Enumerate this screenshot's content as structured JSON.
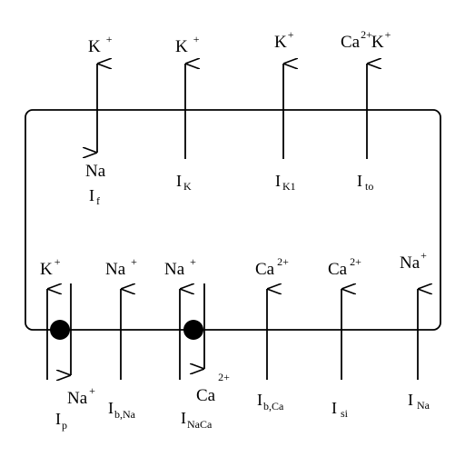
{
  "top_channels": [
    {
      "ion": "K",
      "ion_charge": "+",
      "ion2": "Na",
      "ion2_charge": "",
      "current": "I",
      "current_sub": "f"
    },
    {
      "ion": "K",
      "ion_charge": "+",
      "current": "I",
      "current_sub": "K"
    },
    {
      "ion": "K",
      "ion_charge": "+",
      "current": "I",
      "current_sub": "K1"
    },
    {
      "ion": "Ca",
      "ion_charge": "2+",
      "ion2": "K",
      "ion2_charge": "+",
      "current": "I",
      "current_sub": "to"
    }
  ],
  "bottom_channels": [
    {
      "ion_in": "K",
      "ion_in_charge": "+",
      "ion_out": "Na",
      "ion_out_charge": "+",
      "current": "I",
      "current_sub": "p"
    },
    {
      "ion": "Na",
      "ion_charge": "+",
      "current": "I",
      "current_sub": "b,Na"
    },
    {
      "ion_in": "Na",
      "ion_in_charge": "+",
      "ion_out": "Ca",
      "ion_out_charge": "2+",
      "current": "I",
      "current_sub": "NaCa"
    },
    {
      "ion": "Ca",
      "ion_charge": "2+",
      "current": "I",
      "current_sub": "b,Ca"
    },
    {
      "ion": "Ca",
      "ion_charge": "2+",
      "current": "I",
      "current_sub": "si"
    },
    {
      "ion": "Na",
      "ion_charge": "+",
      "current": "I",
      "current_sub": "Na"
    }
  ]
}
